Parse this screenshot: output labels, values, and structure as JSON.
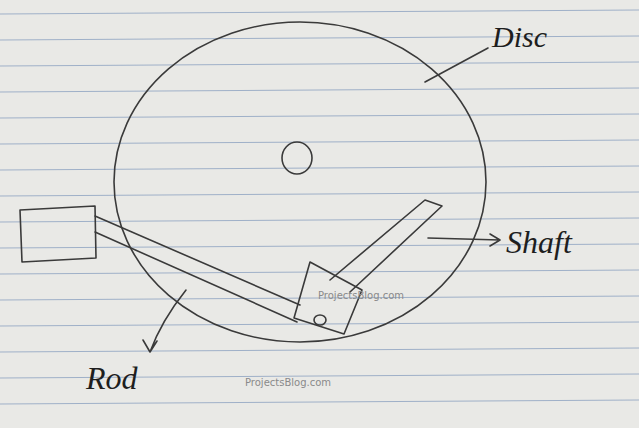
{
  "diagram": {
    "labels": [
      "Disc",
      "Shaft",
      "Rod",
      "ProjectsBlog.com",
      "ProjectsBlog.com"
    ]
  }
}
